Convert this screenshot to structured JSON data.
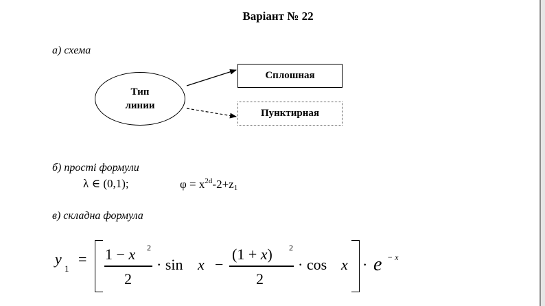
{
  "title": "Варіант № 22",
  "sections": {
    "a": "а) схема",
    "b": "б) прості формули",
    "c": "в) складна формула"
  },
  "scheme": {
    "ellipse_line1": "Тип",
    "ellipse_line2": "линии",
    "solid_box": "Сплошная",
    "dotted_box": "Пунктирная"
  },
  "simple_formulas": {
    "lambda": "λ ∈ (0,1);",
    "phi_base": "φ = x",
    "phi_exp": "2d",
    "phi_rest": "-2+z",
    "phi_sub": "1"
  },
  "complex_formula": {
    "y": "y",
    "y_sub": "1",
    "equals": "=",
    "one_minus": "1 −",
    "x": "x",
    "sq": "2",
    "den": "2",
    "sin": "· sin",
    "minus": "−",
    "paren_open": "(1 +",
    "paren_close": ")",
    "cos": "· cos",
    "dot": "·",
    "e": "e",
    "exp": "− x"
  }
}
